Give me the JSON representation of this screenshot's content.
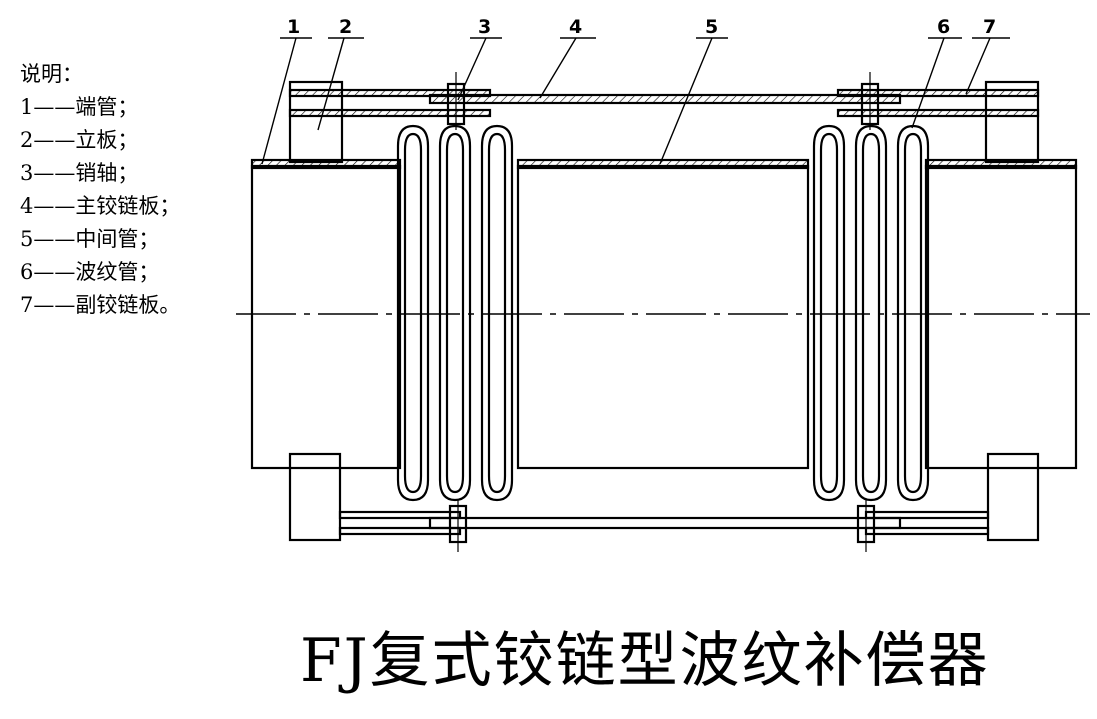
{
  "legend": {
    "heading": "说明：",
    "items": [
      "1——端管；",
      "2——立板；",
      "3——销轴；",
      "4——主铰链板；",
      "5——中间管；",
      "6——波纹管；",
      "7——副铰链板。"
    ]
  },
  "callouts": [
    "1",
    "2",
    "3",
    "4",
    "5",
    "6",
    "7"
  ],
  "title": "FJ复式铰链型波纹补偿器"
}
